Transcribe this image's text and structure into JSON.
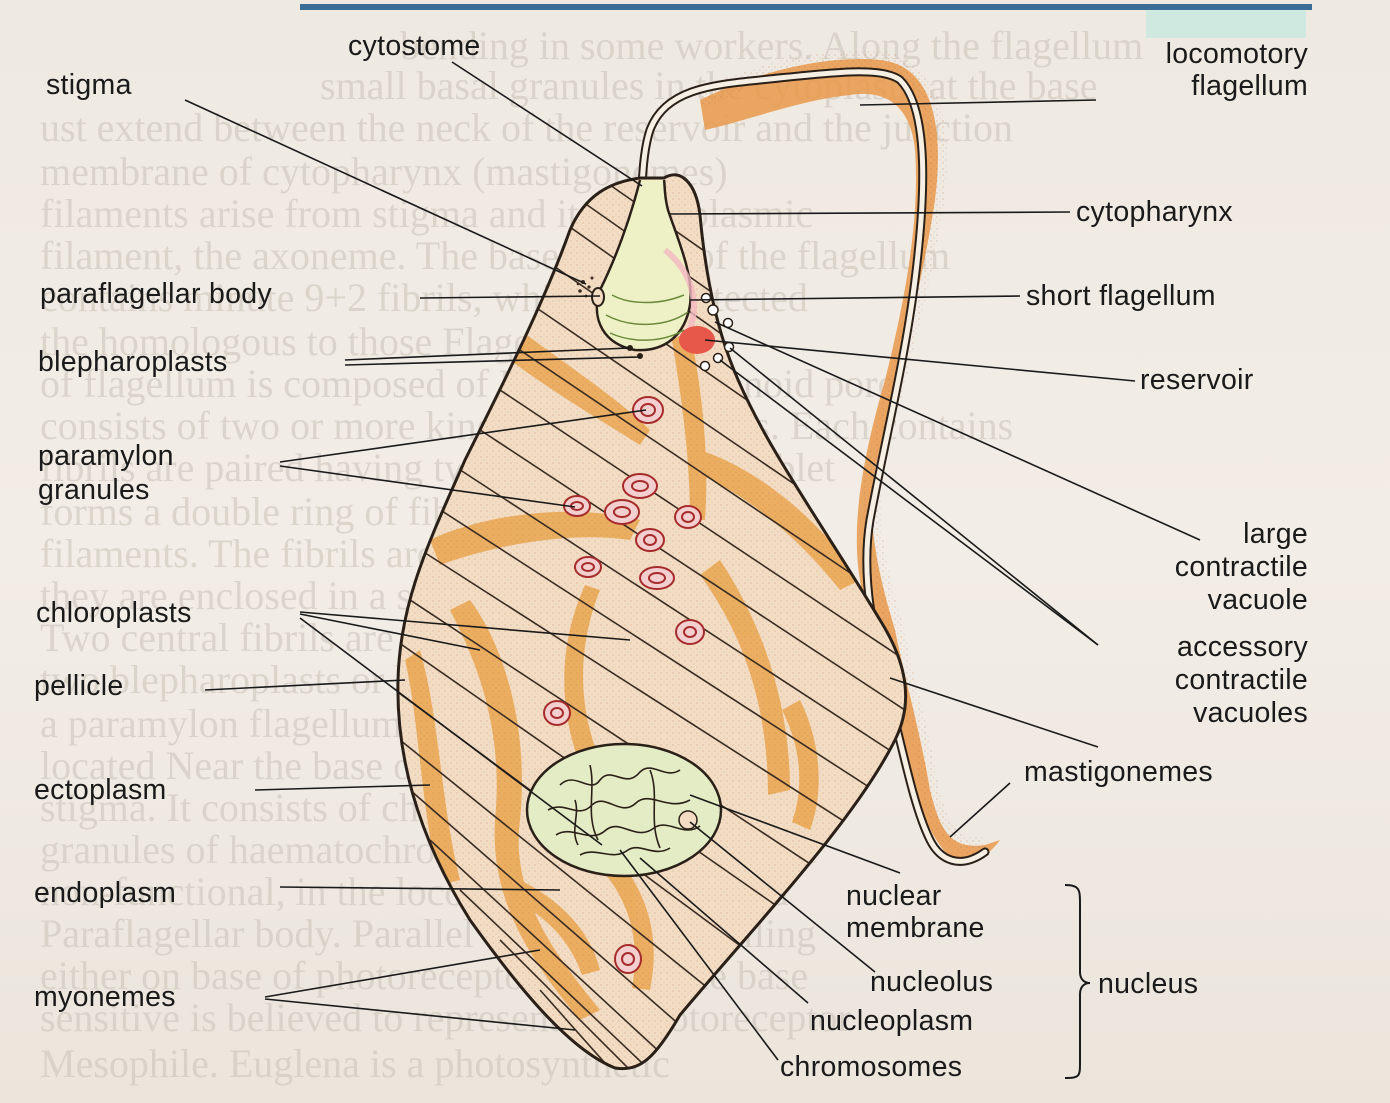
{
  "colors": {
    "background": "#f1ece4",
    "cell_fill": "#f2dcc3",
    "myoneme_orange": "#e9a246",
    "outline": "#2a2018",
    "contractile_vacuole": "#e8584a",
    "nucleus_fill": "#e3ecc4",
    "top_rule": "#3a6e96"
  },
  "labels": {
    "cytostome": "cytostome",
    "stigma": "stigma",
    "paraflagellar_body": "paraflagellar body",
    "blepharoplasts": "blepharoplasts",
    "paramylon_granules_1": "paramylon",
    "paramylon_granules_2": "granules",
    "chloroplasts": "chloroplasts",
    "pellicle": "pellicle",
    "ectoplasm": "ectoplasm",
    "endoplasm": "endoplasm",
    "myonemes": "myonemes",
    "locomotory_flagellum_1": "locomotory",
    "locomotory_flagellum_2": "flagellum",
    "cytopharynx": "cytopharynx",
    "short_flagellum": "short flagellum",
    "reservoir": "reservoir",
    "large_contractile_vacuole_1": "large",
    "large_contractile_vacuole_2": "contractile",
    "large_contractile_vacuole_3": "vacuole",
    "accessory_contractile_vacuoles_1": "accessory",
    "accessory_contractile_vacuoles_2": "contractile",
    "accessory_contractile_vacuoles_3": "vacuoles",
    "mastigonemes": "mastigonemes",
    "nuclear_membrane_1": "nuclear",
    "nuclear_membrane_2": "membrane",
    "nucleolus": "nucleolus",
    "nucleoplasm": "nucleoplasm",
    "chromosomes": "chromosomes",
    "nucleus": "nucleus"
  },
  "background_text": [
    "bending in some workers. Along the flagellum",
    "small basal granules in the cytoplasm at the base",
    "ust extend between the neck of the reservoir and the junction",
    "membrane of cytopharynx (mastigonemes)",
    "filaments arise from stigma and its protoplasmic",
    "filament, the axoneme. The base portion of the flagellum",
    "contains minute 9+2 fibrils, which are protected",
    "the homologous to those Flagellum",
    "of flagellum is composed of Euglena, Euglenoid pore",
    "consists of two or more kinetosomes at fibrils. Each contains",
    "fibrils are paired having two arms in each doublet",
    "forms a double ring of fibrils called axon. The",
    "filaments. The fibrils are enclosed in a thin",
    "they are enclosed in a sheath, cytoplasmic sheath",
    "Two central fibrils are central and peripheral",
    "two blepharoplasts or basal granules. One of",
    "a paramylon flagellum from the nine peripheral",
    "located Near the base of cytopharynx, the",
    "stigma. It consists of chloroplasts (a relatively",
    "granules of haematochrome and blue with active",
    "non-functional, in the locomotion function and",
    "Paraflagellar body. Parallel to the small swelling",
    "either on base of photoreceptor, or near the base",
    "sensitive is believed to represent the photoreceptor",
    "Mesophile. Euglena is a photosynthetic"
  ]
}
